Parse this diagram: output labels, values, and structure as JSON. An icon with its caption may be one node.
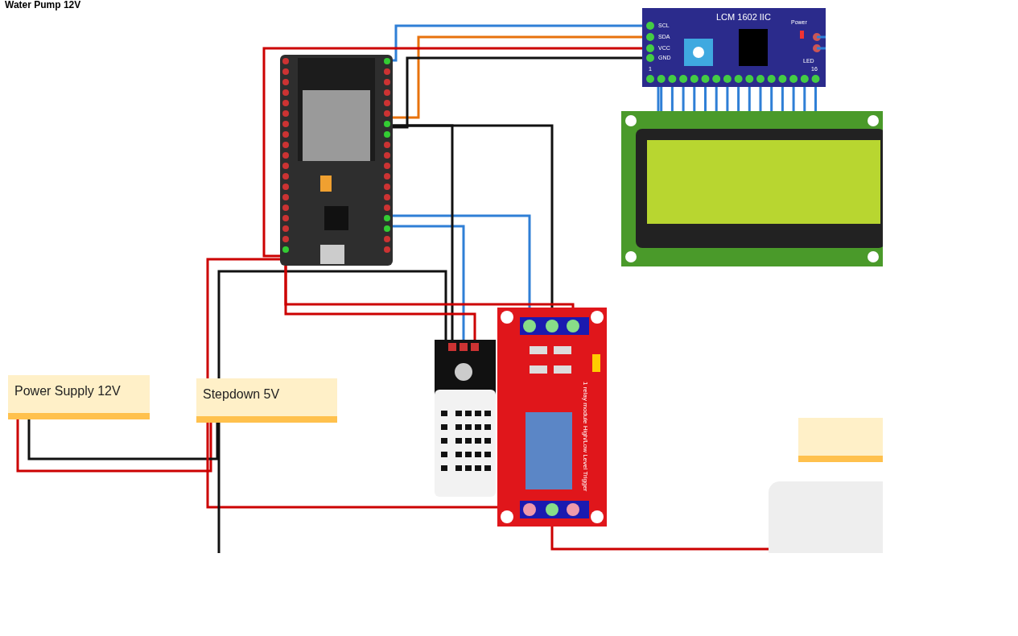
{
  "diagram": {
    "nodes": [
      {
        "text": [],
        "shape": "picture"
      },
      {
        "text": [
          "LCM 1602 IIC"
        ]
      },
      {
        "text": [],
        "shape": "picture"
      },
      {
        "text": [],
        "shape": "picture"
      },
      {
        "text": [
          "1 relay module High/Low Level Trigger"
        ]
      },
      {
        "text": [
          "Power Supply 12V"
        ]
      },
      {
        "text": [
          "Stepdown 5V"
        ]
      },
      {
        "text": [],
        "shape": "box"
      },
      {
        "text": [],
        "shape": "box"
      }
    ],
    "edges": [
      {
        "from": 0,
        "to": 1,
        "arrow": "none",
        "color": "#2f7fd6"
      },
      {
        "from": 0,
        "to": 1,
        "arrow": "none",
        "color": "#e8720c"
      },
      {
        "from": 0,
        "to": 1,
        "arrow": "none",
        "color": "#cc0000"
      },
      {
        "from": 0,
        "to": 1,
        "arrow": "none",
        "color": "#111111"
      },
      {
        "from": 0,
        "to": 4,
        "arrow": "none",
        "color": "#2f7fd6"
      },
      {
        "from": 0,
        "to": 3,
        "arrow": "none",
        "color": "#2f7fd6"
      },
      {
        "from": 0,
        "to": 4,
        "arrow": "none",
        "color": "#111111"
      },
      {
        "from": 0,
        "to": 3,
        "arrow": "none",
        "color": "#111111"
      },
      {
        "from": 6,
        "to": 3,
        "arrow": "none",
        "color": "#111111"
      },
      {
        "from": 6,
        "to": 0,
        "arrow": "none",
        "color": "#cc0000"
      },
      {
        "from": 0,
        "to": 4,
        "arrow": "none",
        "color": "#cc0000"
      },
      {
        "from": 0,
        "to": 3,
        "arrow": "none",
        "color": "#cc0000"
      },
      {
        "from": 5,
        "to": 6,
        "arrow": "none",
        "color": "#cc0000"
      },
      {
        "from": 5,
        "to": 6,
        "arrow": "none",
        "color": "#111111"
      },
      {
        "from": 6,
        "to": 4,
        "arrow": "none",
        "color": "#cc0000"
      },
      {
        "from": 6,
        "to": null,
        "arrow": "none",
        "color": "#111111"
      },
      {
        "from": 4,
        "to": 8,
        "arrow": "none",
        "color": "#cc0000"
      },
      {
        "from": 1,
        "to": 2,
        "arrow": "none",
        "color": "#2f7fd6"
      }
    ],
    "labels": [
      "Water Pump 12V",
      "SCL",
      "SDA",
      "VCC",
      "GND",
      "Power",
      "LED",
      "1",
      "16"
    ]
  }
}
